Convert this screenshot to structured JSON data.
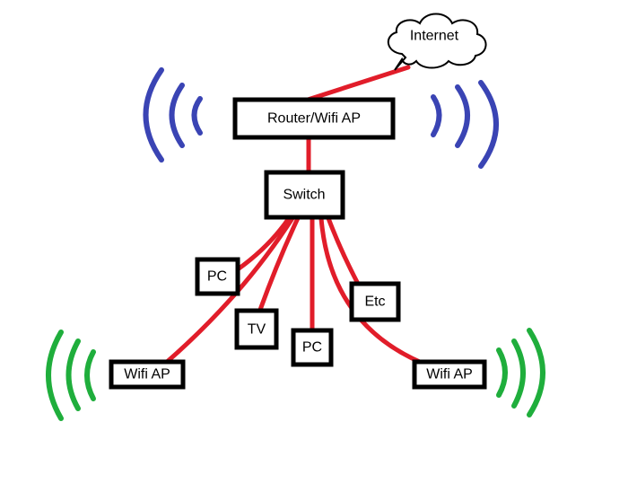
{
  "colors": {
    "cable": "#e11d2a",
    "router_wave": "#3a44b4",
    "ap_wave": "#1fae3c",
    "box_stroke": "#000000"
  },
  "nodes": {
    "internet": "Internet",
    "router": "Router/Wifi AP",
    "switch": "Switch",
    "pc_left": "PC",
    "tv": "TV",
    "pc_center": "PC",
    "etc": "Etc",
    "wifi_ap_left": "Wifi AP",
    "wifi_ap_right": "Wifi AP"
  },
  "icons": {
    "internet": "cloud-icon",
    "wireless": "wireless-signal-icon"
  }
}
